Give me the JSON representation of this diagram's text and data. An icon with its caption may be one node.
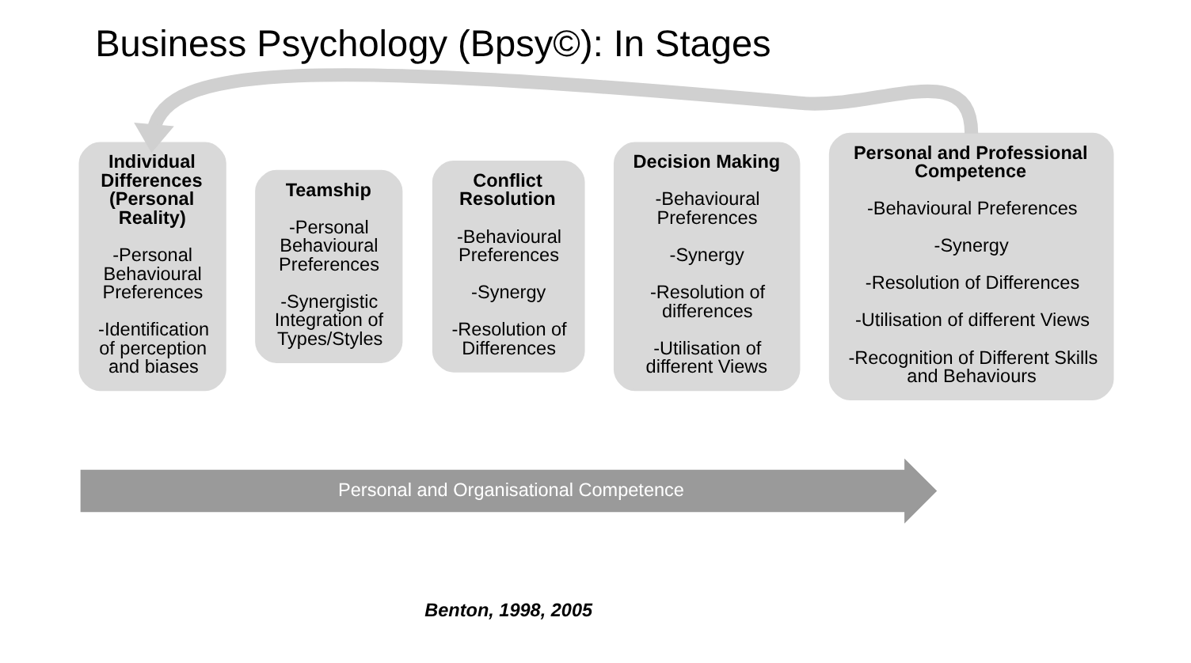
{
  "diagram": {
    "title": "Business Psychology (Bpsy©): In Stages",
    "nodes": [
      {
        "text": [
          "Individual Differences (Personal Reality)",
          "-Personal Behavioural Preferences",
          "-Identification of perception and biases"
        ]
      },
      {
        "text": [
          "Teamship",
          "-Personal Behavioural Preferences",
          "-Synergistic Integration of Types/Styles"
        ]
      },
      {
        "text": [
          "Conflict Resolution",
          "-Behavioural Preferences",
          "-Synergy",
          "-Resolution of Differences"
        ]
      },
      {
        "text": [
          "Decision Making",
          "-Behavioural Preferences",
          "-Synergy",
          "-Resolution of differences",
          "-Utilisation of different Views"
        ]
      },
      {
        "text": [
          "Personal and Professional Competence",
          "-Behavioural Preferences",
          "-Synergy",
          "-Resolution of Differences",
          "-Utilisation of different Views",
          "-Recognition of Different Skills and Behaviours"
        ]
      },
      {
        "text": [
          "Personal and Organisational Competence"
        ]
      }
    ],
    "edges": [
      {
        "from": 4,
        "to": 0,
        "arrow": "to"
      }
    ],
    "labels": [
      "Benton, 1998, 2005"
    ]
  }
}
